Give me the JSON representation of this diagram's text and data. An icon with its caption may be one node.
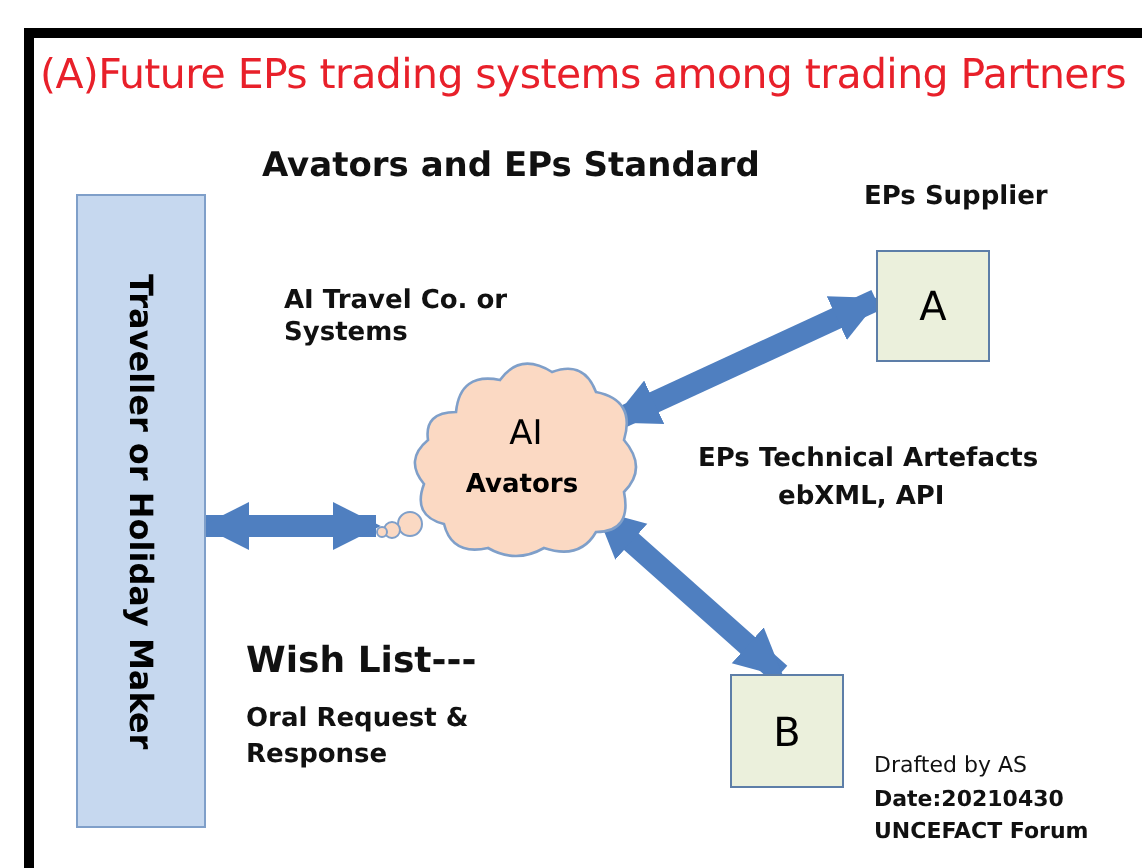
{
  "diagram": {
    "title": "(A)Future EPs trading systems among trading Partners",
    "nodes": [
      {
        "text": [
          "Traveller or Holiday Maker"
        ]
      },
      {
        "text": [
          "AI",
          "Avators"
        ]
      },
      {
        "text": [
          "A"
        ],
        "beside": [
          "EPs Supplier"
        ]
      },
      {
        "text": [
          "B"
        ]
      }
    ],
    "edges": [
      {
        "from": 0,
        "to": 1,
        "arrow": "both"
      },
      {
        "from": 1,
        "to": 2,
        "arrow": "both"
      },
      {
        "from": 1,
        "to": 3,
        "arrow": "both"
      }
    ],
    "labels": [
      "Avators and EPs Standard",
      "AI Travel Co. or Systems",
      "EPs Technical Artefacts",
      "ebXML, API",
      "Wish List---",
      "Oral Request & Response",
      "Drafted by AS",
      "Date:20210430",
      "UNCEFACT Forum"
    ]
  }
}
